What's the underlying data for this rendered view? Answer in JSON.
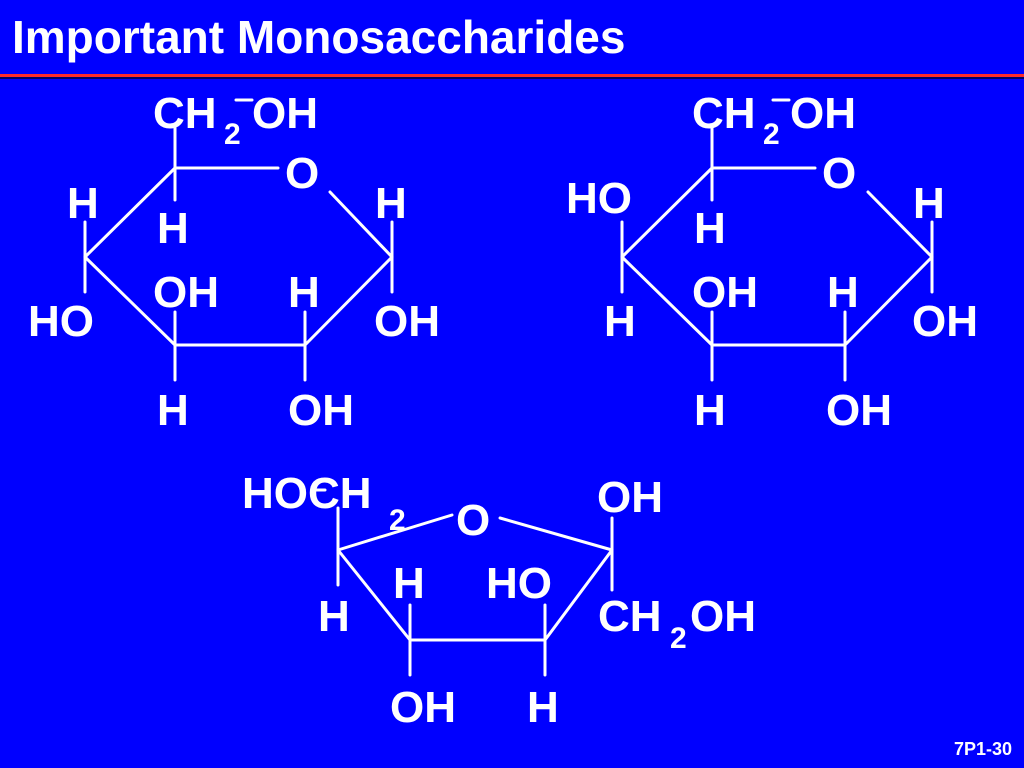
{
  "title": "Important Monosaccharides",
  "footer": "7P1-30",
  "structures": {
    "left_pyranose": {
      "ch2": "CH",
      "ch2_sub": "2",
      "oh_top": "OH",
      "ring_o": "O",
      "h_left_top": "H",
      "h_c5": "H",
      "h_right_top": "H",
      "ho_left": "HO",
      "oh_c3_up": "OH",
      "h_c2_up": "H",
      "oh_right": "OH",
      "h_bottom": "H",
      "oh_bottom": "OH"
    },
    "right_pyranose": {
      "ch2": "CH",
      "ch2_sub": "2",
      "oh_top": "OH",
      "ring_o": "O",
      "ho_left_top": "HO",
      "h_c5": "H",
      "h_right_top": "H",
      "h_left": "H",
      "oh_c3_up": "OH",
      "h_c2_up": "H",
      "oh_right": "OH",
      "h_bottom": "H",
      "oh_bottom": "OH"
    },
    "furanose": {
      "hoch": "HOCH",
      "hoch_sub": "2",
      "ring_o": "O",
      "oh_top": "OH",
      "h_inner": "H",
      "ho_inner": "HO",
      "h_left": "H",
      "ch2": "CH",
      "ch2_sub": "2",
      "oh_right": "OH",
      "oh_bottom": "OH",
      "h_bottom": "H"
    }
  }
}
